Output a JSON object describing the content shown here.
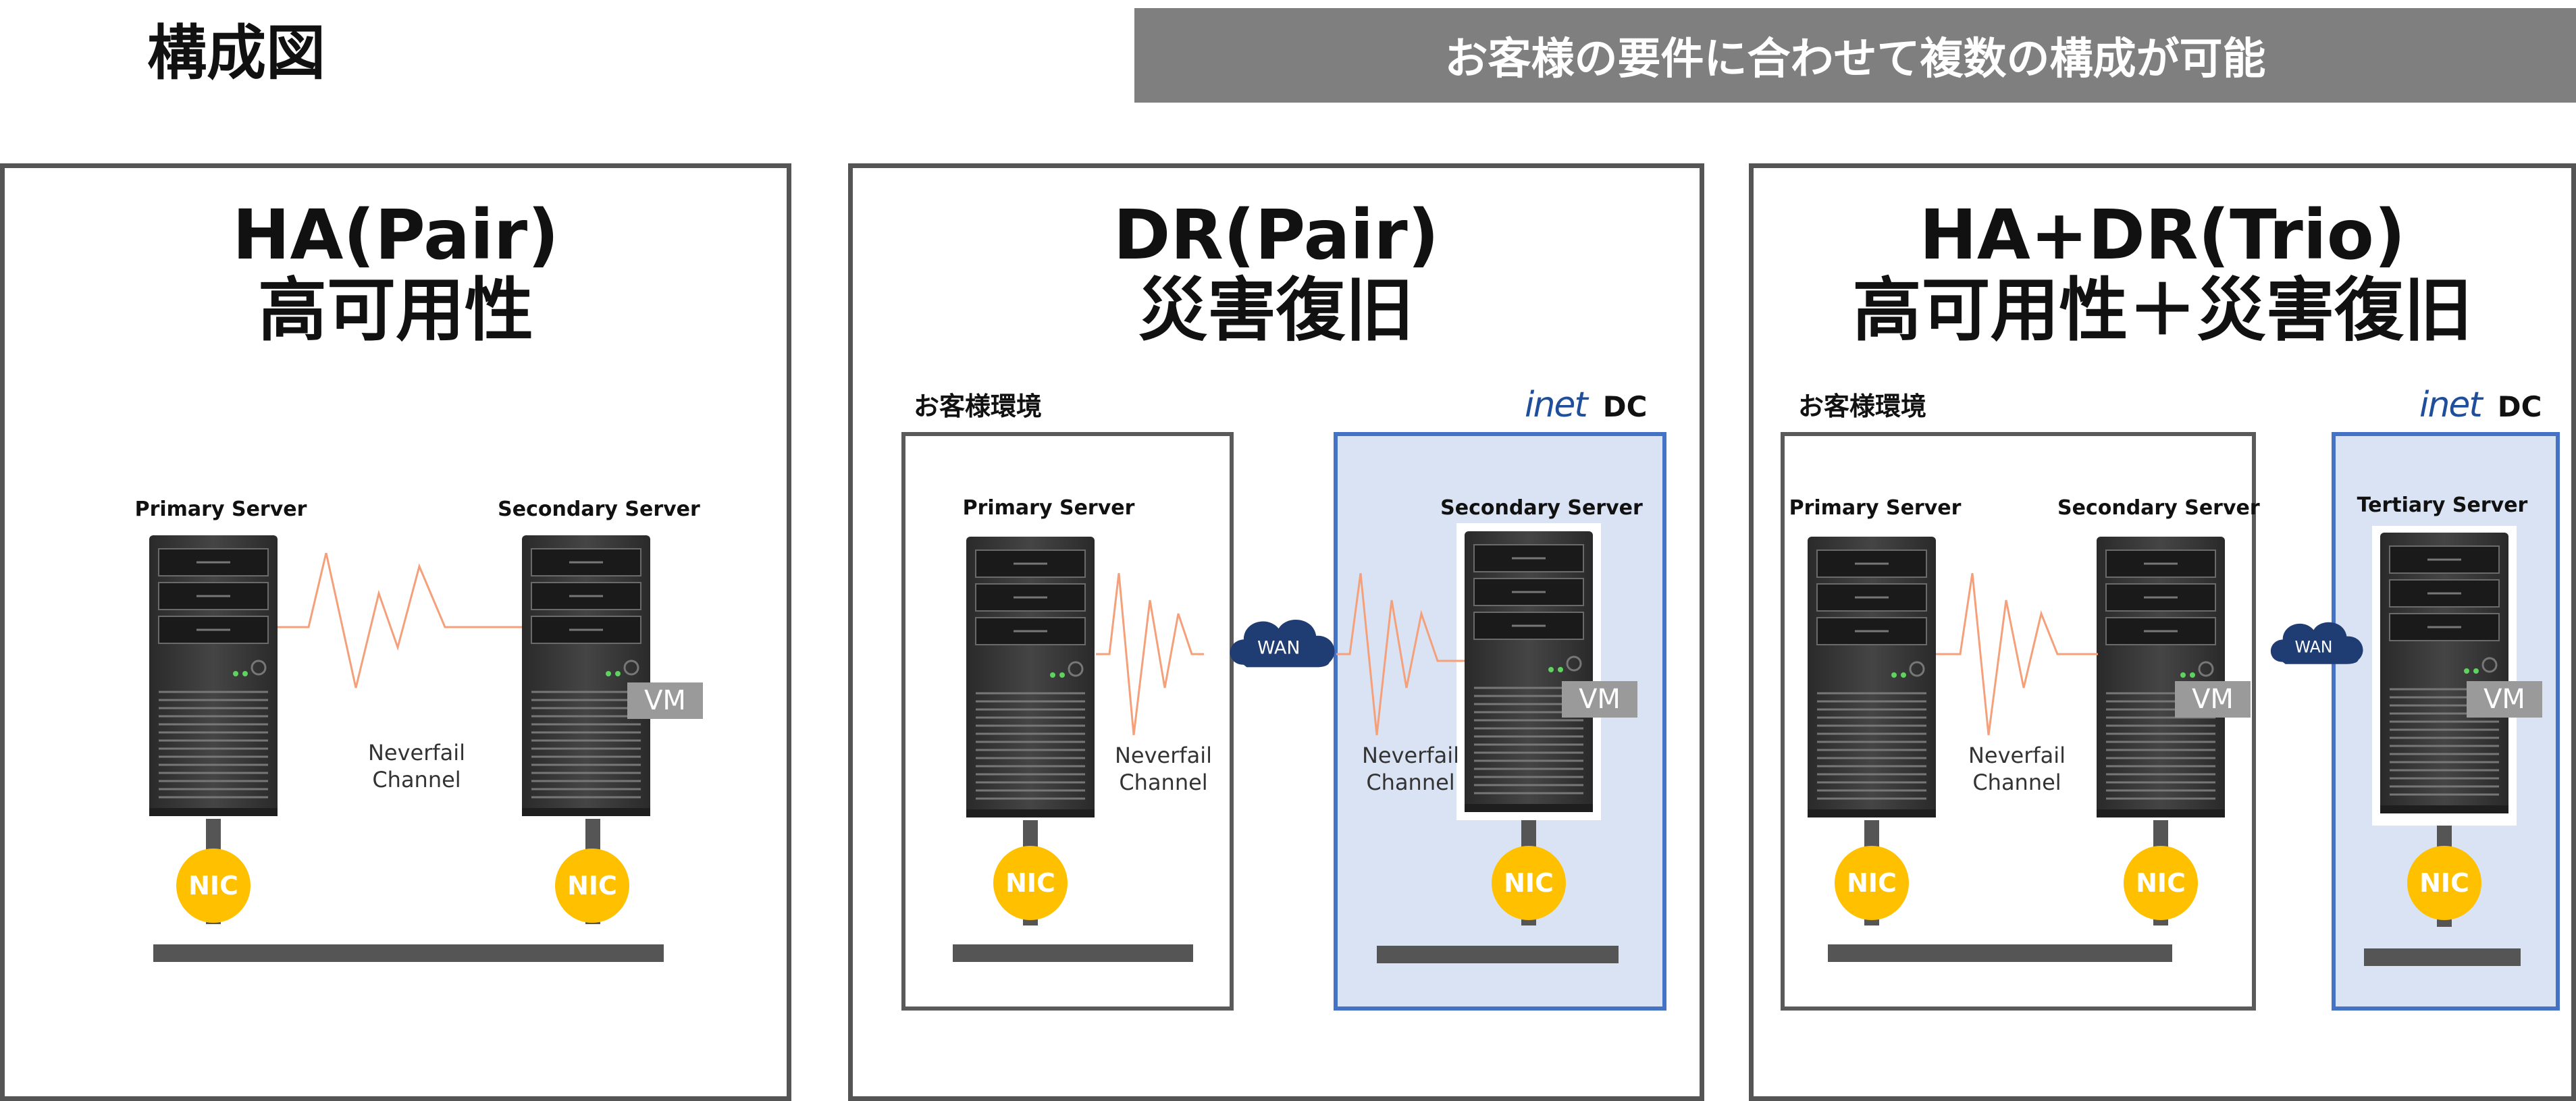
{
  "page_title": "構成図",
  "banner": "お客様の要件に合わせて複数の構成が可能",
  "panels": [
    {
      "title_line1": "HA(Pair)",
      "title_line2": "高可用性",
      "primary_label": "Primary Server",
      "secondary_label": "Secondary Server",
      "vm": "VM",
      "channel": [
        "Neverfail",
        "Channel"
      ],
      "nic": "NIC"
    },
    {
      "title_line1": "DR(Pair)",
      "title_line2": "災害復旧",
      "customer_env": "お客様環境",
      "dc_brand": "inet",
      "dc": "DC",
      "primary_label": "Primary Server",
      "secondary_label": "Secondary Server",
      "vm": "VM",
      "wan": "WAN",
      "channel1": [
        "Neverfail",
        "Channel"
      ],
      "channel2": [
        "Neverfail",
        "Channel"
      ],
      "nic": "NIC"
    },
    {
      "title_line1": "HA+DR(Trio)",
      "title_line2": "高可用性＋災害復旧",
      "customer_env": "お客様環境",
      "dc_brand": "inet",
      "dc": "DC",
      "primary_label": "Primary Server",
      "secondary_label": "Secondary Server",
      "tertiary_label": "Tertiary Server",
      "vm": "VM",
      "wan": "WAN",
      "channel": [
        "Neverfail",
        "Channel"
      ],
      "nic": "NIC"
    }
  ],
  "colors": {
    "banner_bg": "#7f7f7f",
    "panel_border": "#555555",
    "dc_fill": "#dae3f3",
    "dc_border": "#4472c4",
    "nic": "#ffc000",
    "wan_cloud": "#1f3c73",
    "channel_line": "#f4a07a",
    "vm_tag": "#9a9a9a"
  },
  "icons": [
    "server-tower-icon",
    "wan-cloud-icon",
    "nic-icon",
    "neverfail-channel-icon"
  ]
}
